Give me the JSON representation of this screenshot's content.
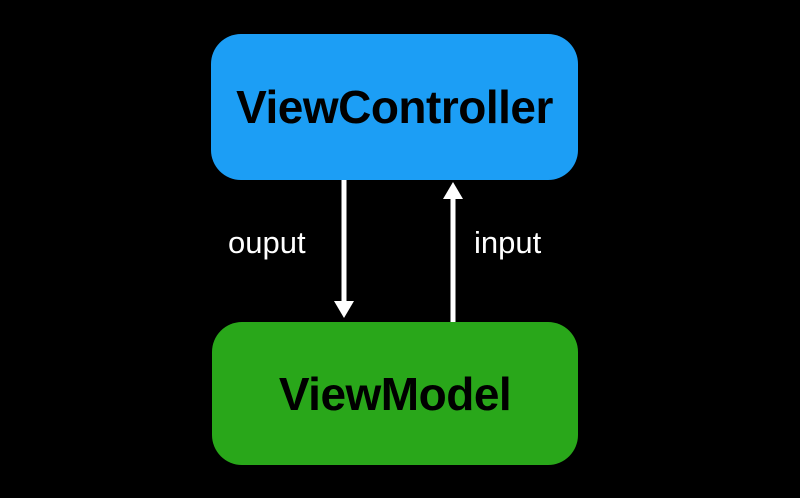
{
  "diagram": {
    "title": "ViewController ViewModel data flow diagram",
    "background_color": "#000000",
    "nodes": [
      {
        "id": "view-controller",
        "label": "ViewController",
        "fill_color": "#1C9EF5",
        "text_color": "#000000",
        "shape": "rounded-rectangle"
      },
      {
        "id": "view-model",
        "label": "ViewModel",
        "fill_color": "#29A71A",
        "text_color": "#000000",
        "shape": "rounded-rectangle"
      }
    ],
    "edges": [
      {
        "id": "output-edge",
        "label": "ouput",
        "from": "view-controller",
        "to": "view-model",
        "direction": "down",
        "color": "#FFFFFF"
      },
      {
        "id": "input-edge",
        "label": "input",
        "from": "view-model",
        "to": "view-controller",
        "direction": "up",
        "color": "#FFFFFF"
      }
    ]
  }
}
